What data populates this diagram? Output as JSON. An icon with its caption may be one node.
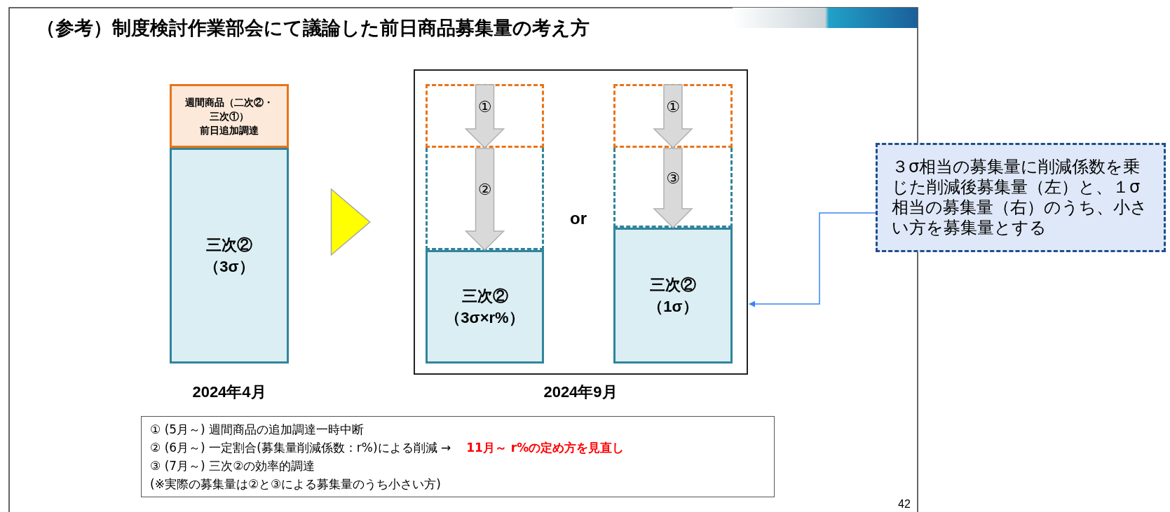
{
  "diagram": {
    "title": "（参考）制度検討作業部会にて議論した前日商品募集量の考え方",
    "nodes": [
      {
        "text": [
          "週間商品（二次②・三次①）前日追加調達"
        ]
      },
      {
        "text": [
          "三次②（3σ）"
        ]
      },
      {
        "text": [],
        "shape": "box"
      },
      {
        "text": [],
        "shape": "box",
        "in": 2
      },
      {
        "text": [],
        "shape": "box",
        "in": 2
      },
      {
        "text": [
          "三次②（3σ×r%）"
        ],
        "in": 2
      },
      {
        "text": [],
        "shape": "box",
        "in": 2
      },
      {
        "text": [],
        "shape": "box",
        "in": 2
      },
      {
        "text": [
          "三次②（1σ）"
        ],
        "in": 2
      },
      {
        "text": [
          "３σ相当の募集量に削減係数を乗じた削減後募集量（左）と、１σ相当の募集量（右）のうち、小さい方を募集量とする"
        ]
      },
      {
        "text": [
          "① (5月～) 週間商品の追加調達一時中断",
          "② (6月～) 一定割合(募集量削減係数：r%)による削減 →",
          "11月～ r%の定め方を見直し",
          "③ (7月～) 三次②の効率的調達",
          "(※実際の募集量は②と③による募集量のうち小さい方)"
        ]
      }
    ],
    "edges": [
      {
        "from": 1,
        "to": 2,
        "arrow": "to",
        "style": "thick",
        "color": "#ffff00"
      },
      {
        "from": 3,
        "to": 4,
        "arrow": "to",
        "label": "①"
      },
      {
        "from": 4,
        "to": 5,
        "arrow": "to",
        "label": "②"
      },
      {
        "from": 6,
        "to": 7,
        "arrow": "to",
        "label": "①"
      },
      {
        "from": 7,
        "to": 8,
        "arrow": "to",
        "label": "③"
      },
      {
        "from": 9,
        "to": 2,
        "arrow": "to",
        "color": "#3b82f6"
      }
    ],
    "labels": [
      "or",
      "2024年4月",
      "2024年9月",
      "42"
    ]
  }
}
